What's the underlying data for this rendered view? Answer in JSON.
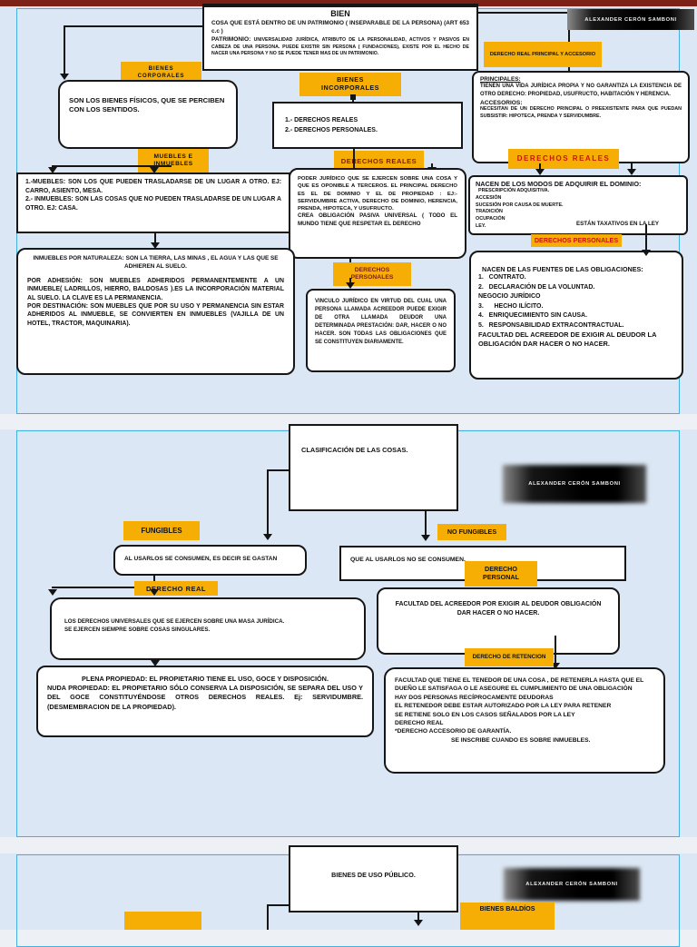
{
  "author": "ALEXANDER CERÓN SAMBONI",
  "colors": {
    "accent_yellow": "#f6ae04",
    "border_cyan": "#45b0e0",
    "page_background": "#dbe7f4",
    "top_bar_maroon": "#7d2015",
    "red_label_text": "#cf1205",
    "maroon_label_text": "#7e1d10"
  },
  "page1": {
    "bien": {
      "title": "BIEN",
      "line1": "COSA QUE ESTÁ DENTRO DE UN PATRIMONIO ( INSEPARABLE DE LA PERSONA) (ART 653 c.c )",
      "patrimonio_label": "PATRIMONIO:",
      "patrimonio_text": "UNIVERSALIDAD JURÍDICA, ATRIBUTO DE LA PERSONALIDAD, ACTIVOS Y PASIVOS EN CABEZA DE UNA PERSONA. PUEDE EXISTIR SIN PERSONA ( FUNDACIONES), EXISTE POR EL HECHO DE NACER UNA PERSONA Y NO SE PUEDE TENER MAS DE UN PATRIMONIO."
    },
    "labels": {
      "derecho_real_principal": "DERECHO REAL PRINCIPAL Y ACCESORIO",
      "bienes_corporales": "BIENES CORPORALES",
      "bienes_incorporales": "BIENES INCORPORALES",
      "muebles_inmuebles": "MUEBLES E INMUEBLES",
      "derechos_reales_mid": "DERECHOS REALES",
      "derechos_reales_right": "DERECHOS REALES",
      "derechos_personales_mid": "DERECHOS PERSONALES",
      "derechos_personales_right": "DERECHOS PERSONALES"
    },
    "corporales_text": "SON LOS BIENES FÍSICOS, QUE SE PERCIBEN CON LOS SENTIDOS.",
    "incorporales": {
      "line1": "1.- DERECHOS REALES",
      "line2": "2.- DERECHOS PERSONALES."
    },
    "principales": {
      "label": "PRINCIPALES:",
      "text": "TIENEN UNA VIDA JURÍDICA PROPIA Y NO GARANTIZA LA EXISTENCIA DE OTRO DERECHO: PROPIEDAD, USUFRUCTO, HABITACIÓN Y HERENCIA.",
      "accesorios_label": "ACCESORIOS:",
      "accesorios_text": "NECESITAN DE UN DERECHO PRINCIPAL O PREEXISTENTE PARA QUE PUEDAN SUBSISTIR: HIPOTECA, PRENDA Y SERVIDUMBRE."
    },
    "muebles": {
      "line1": "1.-MUEBLES: SON LOS QUE PUEDEN TRASLADARSE DE UN LUGAR A OTRO. EJ: CARRO, ASIENTO, MESA.",
      "line2": "2.- INMUEBLES: SON LAS COSAS QUE NO PUEDEN TRASLADARSE DE UN LUGAR A OTRO. EJ: CASA."
    },
    "poder": {
      "text1": "PODER JURÍDICO  QUE SE EJERCEN SOBRE UNA COSA Y QUE ES OPONIBLE A TERCEROS. EL PRINCIPAL DERECHO ES EL DE DOMINIO Y EL DE PROPIEDAD : EJ:- SERVIDUMBRE ACTIVA, DERECHO DE DOMINIO, HERENCIA, PRENDA, HIPOTECA, Y USUFRUCTO.",
      "text2": "CREA OBLIGACIÓN PASIVA UNIVERSAL ( TODO EL MUNDO TIENE QUE RESPETAR EL DERECHO"
    },
    "modos": {
      "title": "NACEN DE LOS MODOS DE ADQUIRIR EL DOMINIO:",
      "items": [
        "PRESCRIPCIÓN ADQUISITIVA.",
        "ACCESIÓN",
        "SUCESIÓN POR CAUSA DE MUERTE.",
        "TRADICIÓN",
        "OCUPACIÓN",
        "LEY."
      ],
      "note": "ESTÁN TAXATIVOS EN LA LEY"
    },
    "naturaleza": {
      "header": "INMUEBLES POR NATURALEZA: SON LA TIERRA, LAS MINAS , EL AGUA Y LAS QUE SE ADHIEREN AL SUELO.",
      "adhesion": "POR ADHESIÓN: SON MUEBLES ADHERIDOS PERMANENTEMENTE A UN INMUEBLE( LADRILLOS, HIERRO, BALDOSAS ).ES LA INCORPORACIÓN MATERIAL AL SUELO. LA CLAVE ES LA PERMANENCIA.",
      "destinacion": "POR DESTINACIÓN: SON MUEBLES QUE POR SU USO Y PERMANENCIA SIN ESTAR ADHERIDOS AL INMUEBLE, SE CONVIERTEN EN INMUEBLES (VAJILLA DE UN HOTEL, TRACTOR, MAQUINARIA)."
    },
    "vinculo_text": "VINCULO JURÍDICO EN VIRTUD DEL CUAL UNA PERSONA LLAMADA ACREEDOR PUEDE EXIGIR DE OTRA LLAMADA DEUDOR UNA DETERMINADA PRESTACIÓN: DAR, HACER O NO HACER. SON TODAS LAS OBLIGACIONES QUE SE CONSTITUYEN DIARIAMENTE.",
    "fuentes": {
      "title": "NACEN DE LAS FUENTES DE LAS OBLIGACIONES:",
      "items": [
        "1.   CONTRATO.",
        "2.   DECLARACIÓN DE LA VOLUNTAD.",
        "NEGOCIO JURÍDICO",
        "3.      HECHO ILÍCITO.",
        "4.   ENRIQUECIMIENTO SIN CAUSA.",
        "5.   RESPONSABILIDAD EXTRACONTRACTUAL."
      ],
      "footer": "FACULTAD  DEL ACREEDOR  DE EXIGIR AL DEUDOR LA OBLIGACIÓN DAR HACER O NO HACER."
    }
  },
  "page2": {
    "title": "CLASIFICACIÓN DE LAS COSAS.",
    "labels": {
      "fungibles": "FUNGIBLES",
      "no_fungibles": "NO FUNGIBLES",
      "derecho_real": "DERECHO REAL",
      "derecho_personal": "DERECHO PERSONAL",
      "derecho_retencion": "DERECHO DE RETENCION"
    },
    "fungibles_text": "AL USARLOS SE CONSUMEN, ES DECIR SE GASTAN",
    "no_fungibles_text": "QUE AL USARLOS NO SE CONSUMEN.",
    "universales": {
      "line1": "LOS DERECHOS UNIVERSALES QUE SE EJERCEN SOBRE UNA MASA JURÍDICA.",
      "line2": "SE EJERCEN SIEMPRE SOBRE COSAS SINGULARES."
    },
    "plena": {
      "l1_label": "PLENA PROPIEDAD:",
      "l1_text": " EL PROPIETARIO TIENE EL USO, GOCE Y DISPOSICIÓN.",
      "l2_label": "NUDA PROPIEDAD:",
      "l2_text": " EL PROPIETARIO SÓLO CONSERVA LA DISPOSICIÓN, SE SEPARA DEL USO Y DEL GOCE CONSTITUYÉNDOSE OTROS DERECHOS REALES. Ej: SERVIDUMBRE. (DESMEMBRACION DE LA PROPIEDAD)."
    },
    "acreedor_text": "FACULTAD DEL ACREEDOR POR EXIGIR AL DEUDOR OBLIGACIÓN DAR HACER O NO HACER.",
    "retencion": {
      "items": [
        "FACULTAD QUE TIENE EL TENEDOR DE UNA COSA , DE RETENERLA HASTA QUE EL DUEÑO LE SATISFAGA O LE ASEGURE EL CUMPLIMIENTO DE UNA OBLIGACIÓN",
        "HAY DOS PERSONAS RECÍPROCAMENTE DEUDORAS",
        "EL RETENEDOR DEBE ESTAR AUTORIZADO POR LA LEY PARA RETENER",
        "SE RETIENE SOLO EN LOS CASOS SEÑALADOS POR LA LEY",
        "DERECHO REAL",
        "*DERECHO ACCESORIO DE GARANTÍA.",
        "SE INSCRIBE CUANDO ES SOBRE INMUEBLES."
      ]
    }
  },
  "page3": {
    "title": "BIENES DE USO PÚBLICO.",
    "labels": {
      "bienes_baldios": "BIENES BALDÍOS"
    }
  }
}
